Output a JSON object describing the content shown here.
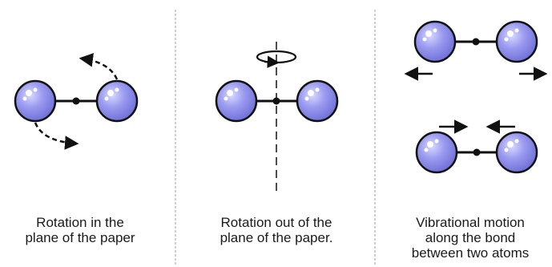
{
  "panels": [
    {
      "id": "rotation-in-plane",
      "caption": [
        "Rotation in the",
        "plane of the paper"
      ]
    },
    {
      "id": "rotation-out-of-plane",
      "caption": [
        "Rotation out of the",
        "plane of the paper."
      ]
    },
    {
      "id": "vibrational-motion",
      "caption": [
        "Vibrational motion",
        "along the bond",
        "between two atoms"
      ]
    }
  ],
  "colors": {
    "atom_fill": "#8f8fe8",
    "atom_highlight": "#ffffff",
    "atom_outline": "#111111",
    "divider": "#b8bcc8",
    "ink": "#111111"
  }
}
